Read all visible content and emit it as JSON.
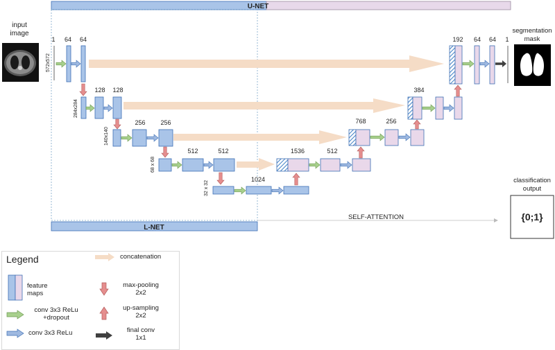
{
  "header": {
    "unet_label": "U-NET",
    "lnet_label": "L-NET"
  },
  "input": {
    "label_line1": "input",
    "label_line2": "image"
  },
  "output": {
    "segmentation_line1": "segmentation",
    "segmentation_line2": "mask",
    "classification_line1": "classification",
    "classification_line2": "output",
    "classification_value": "{0;1}"
  },
  "self_attention_label": "SELF-ATTENTION",
  "dimensions": {
    "d572": "572x572",
    "d284": "284x284",
    "d140": "140x140",
    "d68": "68 x 68",
    "d32": "32 x 32"
  },
  "channels": {
    "c_input": "1",
    "c_e1a": "64",
    "c_e1b": "64",
    "c_e2a": "128",
    "c_e2b": "128",
    "c_e3a": "256",
    "c_e3b": "256",
    "c_e4a": "512",
    "c_e4b": "512",
    "c_bottom": "1024",
    "c_d4_cat": "1536",
    "c_d4": "512",
    "c_d3_cat": "768",
    "c_d3": "256",
    "c_d2_cat": "384",
    "c_d1_cat": "192",
    "c_d1a": "64",
    "c_d1b": "64",
    "c_out": "1"
  },
  "legend": {
    "title": "Legend",
    "feature_maps": "feature\nmaps",
    "conv_relu_dropout": "conv 3x3 ReLu\n+dropout",
    "conv_relu": "conv 3x3 ReLu",
    "concatenation": "concatenation",
    "max_pooling": "max-pooling\n2x2",
    "up_sampling": "up-sampling\n2x2",
    "final_conv": "final conv\n1x1"
  },
  "colors": {
    "encoder_blue": "#a9c4e8",
    "encoder_border": "#3d6fb4",
    "decoder_pink": "#e9d8ea",
    "decoder_border": "#3d6fb4",
    "unet_bar": "#e8d9ea",
    "lnet_bar": "#a9c4e8",
    "concat_arrow": "#f5dcc6",
    "pool_arrow": "#e58e8e",
    "conv_drop_arrow": "#a8d08d",
    "conv_arrow": "#9fb9e0",
    "final_arrow": "#404040"
  }
}
